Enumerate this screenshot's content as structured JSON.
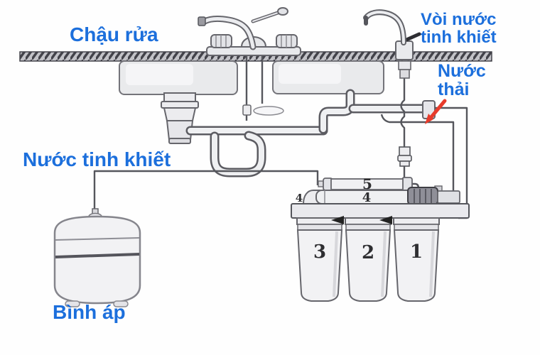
{
  "labels": {
    "sink_basin": "Chậu rửa",
    "pure_water_faucet": [
      "Vòi nước",
      "tinh khiết"
    ],
    "waste_water": [
      "Nước",
      "thải"
    ],
    "pure_water_line": "Nước tinh khiết",
    "pressure_tank": "Bình áp"
  },
  "stage_numbers": {
    "post_filter": "5",
    "membrane": "4",
    "bracket": "4",
    "stage3": "3",
    "stage2": "2",
    "stage1": "1"
  },
  "colors": {
    "label_blue": "#1c6fdc",
    "line_gray": "#55565c",
    "fill_light": "#f0f0f3",
    "counter_hatch_dark": "#43434a",
    "pump_dark": "#8f8f98",
    "annotation_red": "#e73b2b",
    "number_dark": "#2e2e31",
    "background": "#fefefe"
  }
}
